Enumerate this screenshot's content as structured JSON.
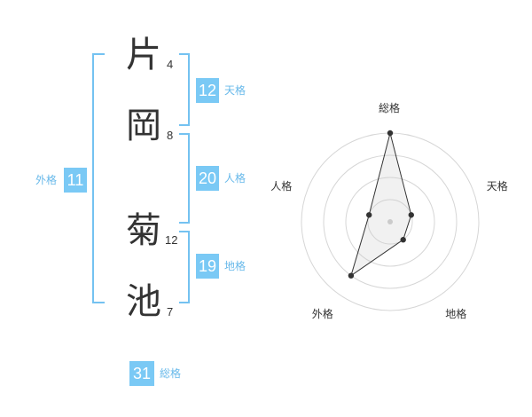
{
  "name": {
    "characters": [
      {
        "char": "片",
        "strokes": "4"
      },
      {
        "char": "岡",
        "strokes": "8"
      },
      {
        "char": "菊",
        "strokes": "12"
      },
      {
        "char": "池",
        "strokes": "7"
      }
    ]
  },
  "fortune": {
    "tenkaku": {
      "value": "12",
      "label": "天格"
    },
    "jinkaku": {
      "value": "20",
      "label": "人格"
    },
    "chikaku": {
      "value": "19",
      "label": "地格"
    },
    "gaikaku": {
      "value": "11",
      "label": "外格"
    },
    "soukaku": {
      "value": "31",
      "label": "総格"
    }
  },
  "colors": {
    "accent": "#7ac9f5",
    "bracket": "#74c2f1",
    "label": "#68b9ea",
    "text": "#333333"
  },
  "chart_data": {
    "type": "radar",
    "axes": [
      "総格",
      "天格",
      "地格",
      "外格",
      "人格"
    ],
    "values": [
      4,
      1,
      1,
      3,
      1
    ],
    "range": [
      0,
      4
    ],
    "rings": 4,
    "grid": true
  }
}
